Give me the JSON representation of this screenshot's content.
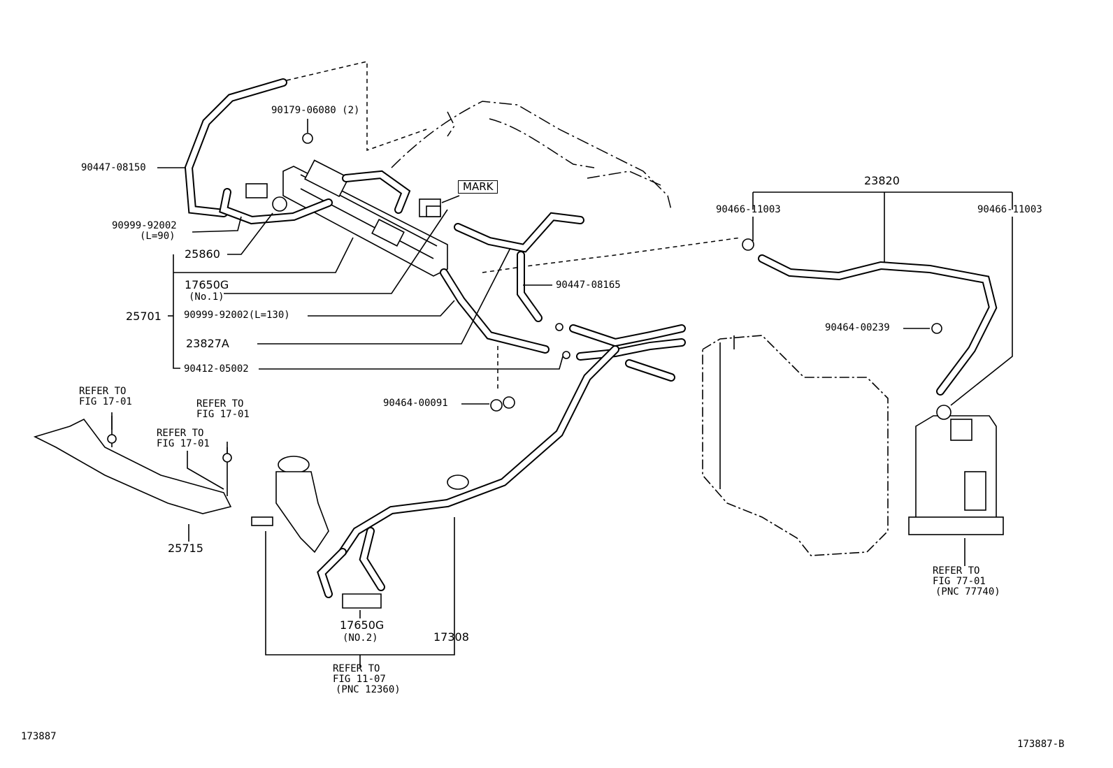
{
  "diagram": {
    "figure_id_left": "173887",
    "figure_id_right": "173887-B",
    "mark_label": "MARK",
    "callouts": {
      "p90179": "90179-06080 (2)",
      "p90447_08150": "90447-08150",
      "p90999_l90_a": "90999-92002",
      "p90999_l90_b": "(L=90)",
      "p25860": "25860",
      "p17650g_1a": "17650G",
      "p17650g_1b": "(No.1)",
      "p25701": "25701",
      "p90999_l130": "90999-92002(L=130)",
      "p23827a": "23827A",
      "p90412": "90412-05002",
      "p90447_08165": "90447-08165",
      "p90464_00091": "90464-00091",
      "p23820": "23820",
      "p90466_left": "90466-11003",
      "p90466_right": "90466-11003",
      "p90464_00239": "90464-00239",
      "p25715": "25715",
      "p17650g_2a": "17650G",
      "p17650g_2b": "(NO.2)",
      "p17308": "17308"
    },
    "refer_notes": {
      "r1": [
        "REFER TO",
        "FIG 17-01"
      ],
      "r2": [
        "REFER TO",
        "FIG 17-01"
      ],
      "r3": [
        "REFER TO",
        "FIG 17-01"
      ],
      "r4": [
        "REFER TO",
        "FIG 11-07",
        "(PNC 12360)"
      ],
      "r5": [
        "REFER TO",
        "FIG 77-01",
        "(PNC 77740)"
      ]
    }
  }
}
